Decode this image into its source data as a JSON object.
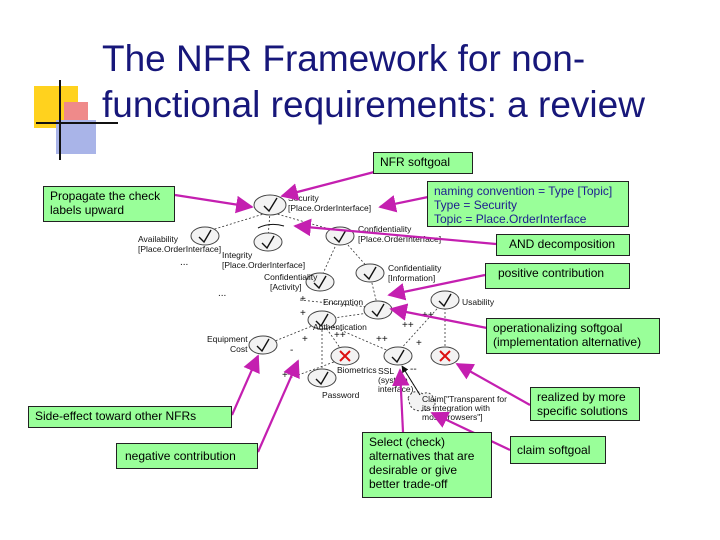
{
  "title": "The NFR Framework for non-functional requirements: a review",
  "callouts": {
    "nfr_softgoal": "NFR softgoal",
    "propagate": "Propagate the check labels upward",
    "naming": [
      "naming convention = Type [Topic]",
      "Type = Security",
      "Topic = Place.OrderInterface"
    ],
    "and_decomposition": "AND decomposition",
    "positive_contribution": "positive contribution",
    "operationalizing": "operationalizing softgoal (implementation alternative)",
    "realized": "realized by more specific solutions",
    "side_effect": "Side-effect toward other NFRs",
    "negative_contribution": "negative contribution",
    "select_check": "Select (check) alternatives that are desirable or give better trade-off",
    "claim_softgoal": "claim softgoal"
  },
  "graph": {
    "security": [
      "Security",
      "[Place.OrderInterface]"
    ],
    "confidentiality_top": [
      "Confidentiality",
      "[Place.OrderInterface]"
    ],
    "availability": [
      "Availability",
      "[Place.OrderInterface]"
    ],
    "integrity": [
      "Integrity",
      "[Place.OrderInterface]"
    ],
    "confidentiality_activity": [
      "Confidentiality",
      "[Activity]"
    ],
    "confidentiality_information": [
      "Confidentiality",
      "[Information]"
    ],
    "encryption": "Encryption",
    "usability": "Usability",
    "authentication": "Authentication",
    "equipment_cost": [
      "Equipment",
      "Cost"
    ],
    "biometrics": "Biometrics",
    "ssl": [
      "SSL",
      "(system",
      "interface)"
    ],
    "password": "Password",
    "claim": [
      "Claim[\"Transparent for",
      "its integration with",
      "most browsers\"]"
    ],
    "ellipsis": "...",
    "plus": "+",
    "plusplus": "++",
    "minus": "-",
    "minusminus": "--"
  }
}
